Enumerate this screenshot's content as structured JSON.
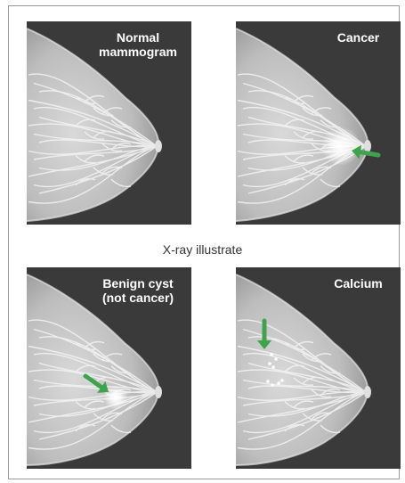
{
  "panels": [
    {
      "title": "Normal\nmammogram",
      "finding": "none"
    },
    {
      "title": "Cancer",
      "finding": "bright-mass",
      "arrow_color": "#3fa34d"
    },
    {
      "title": "Benign cyst\n(not cancer)",
      "finding": "round-cyst",
      "arrow_color": "#3fa34d"
    },
    {
      "title": "Calcium",
      "finding": "calcification-specks",
      "arrow_color": "#3fa34d"
    }
  ],
  "caption": "X-ray illustrate",
  "colors": {
    "panel_bg": "#3a3a3a",
    "breast_tissue": "#bdbdbd",
    "duct_lines": "#f2f2f2",
    "arrow": "#3fa34d"
  }
}
